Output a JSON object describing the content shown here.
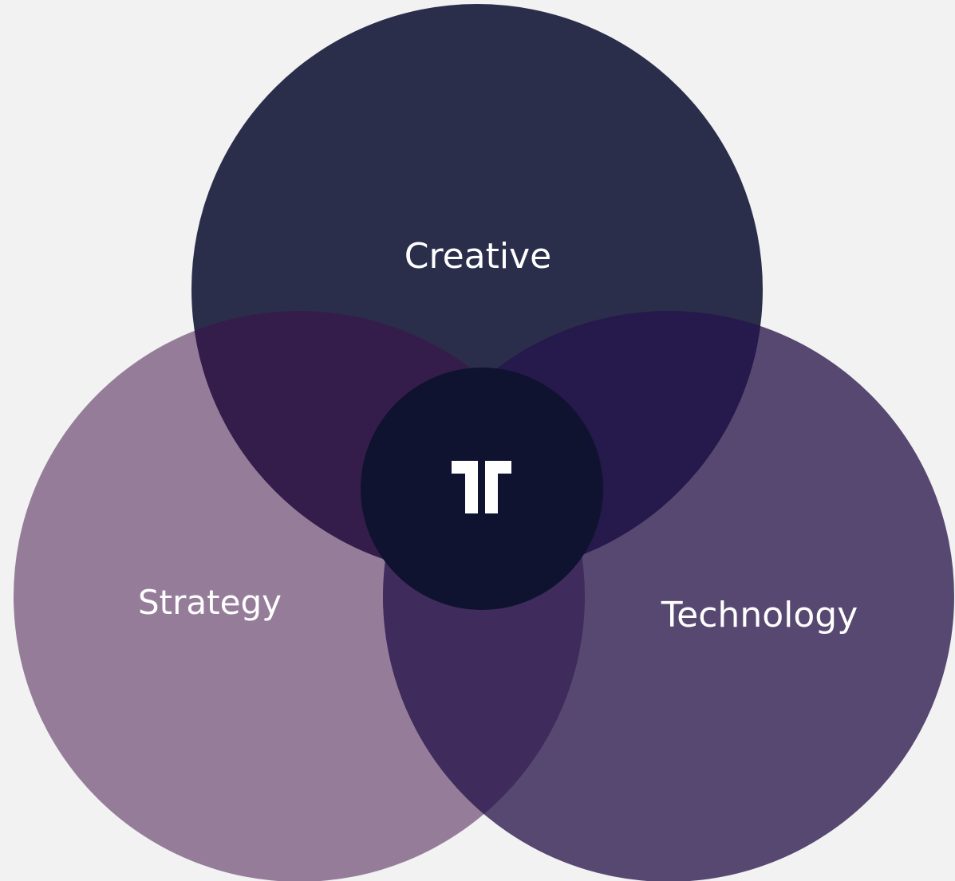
{
  "diagram": {
    "background_color": "#f2f2f2",
    "center_logo": {
      "icon": "tt-monogram-logo",
      "color": "#ffffff",
      "background_color": "#0f1330"
    },
    "circles": [
      {
        "id": "strategy",
        "label": "Strategy",
        "color": "#957d9a"
      },
      {
        "id": "technology",
        "label": "Technology",
        "color": "#574871"
      },
      {
        "id": "creative",
        "label": "Creative",
        "color": "#2a2e4b"
      }
    ],
    "overlaps": [
      {
        "between": [
          "strategy",
          "technology"
        ],
        "color": "#3f2b5c"
      },
      {
        "between": [
          "creative",
          "strategy"
        ],
        "color": "#351d4b"
      },
      {
        "between": [
          "creative",
          "technology"
        ],
        "color": "#26194b"
      }
    ]
  }
}
